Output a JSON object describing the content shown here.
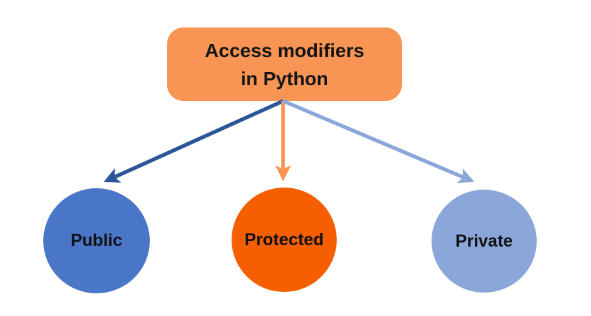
{
  "diagram": {
    "title": {
      "line1": "Access modifiers",
      "line2": "in Python"
    },
    "title_box_color": "#F89555",
    "background_color": "#FFFFFF",
    "text_color": "#151515",
    "nodes": [
      {
        "id": "public",
        "label": "Public",
        "color": "#4A76C8"
      },
      {
        "id": "protected",
        "label": "Protected",
        "color": "#F65E02"
      },
      {
        "id": "private",
        "label": "Private",
        "color": "#8BA6D8"
      }
    ],
    "arrows": [
      {
        "to": "public",
        "color": "#2A5699"
      },
      {
        "to": "protected",
        "color": "#F89355"
      },
      {
        "to": "private",
        "color": "#8BA7DA"
      }
    ]
  }
}
